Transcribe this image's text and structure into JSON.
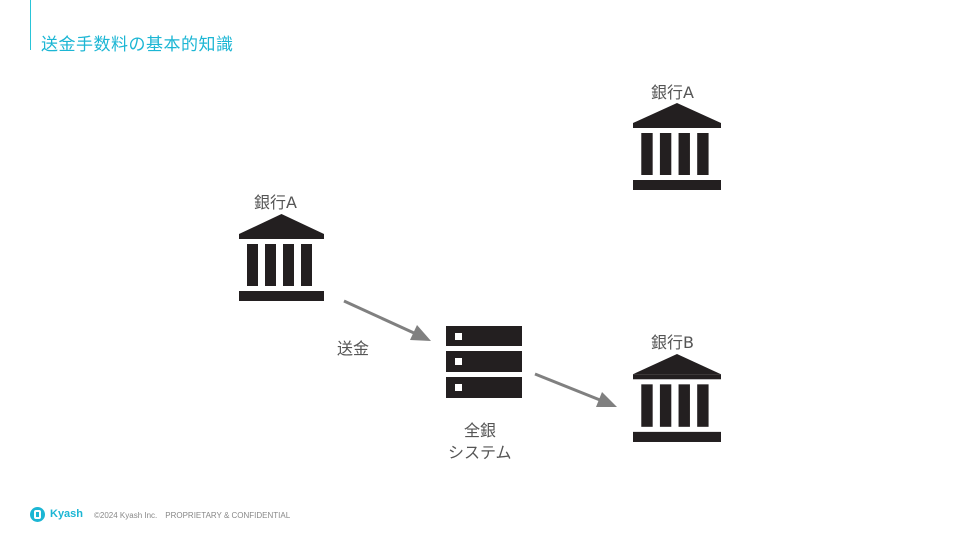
{
  "slide": {
    "title": "送金手数料の基本的知識"
  },
  "nodes": {
    "bank_sender": {
      "label": "銀行A",
      "icon": "bank-icon"
    },
    "bank_a_top": {
      "label": "銀行A",
      "icon": "bank-icon"
    },
    "bank_b": {
      "label": "銀行B",
      "icon": "bank-icon"
    },
    "zengin": {
      "label_line1": "全銀",
      "label_line2": "システム",
      "icon": "server-icon"
    }
  },
  "edges": {
    "transfer_label": "送金"
  },
  "colors": {
    "accent": "#1cb6d4",
    "icon": "#231f20",
    "arrow": "#808080",
    "label": "#555555"
  },
  "footer": {
    "logo_text": "Kyash",
    "copyright": "©2024 Kyash Inc.　PROPRIETARY & CONFIDENTIAL"
  }
}
